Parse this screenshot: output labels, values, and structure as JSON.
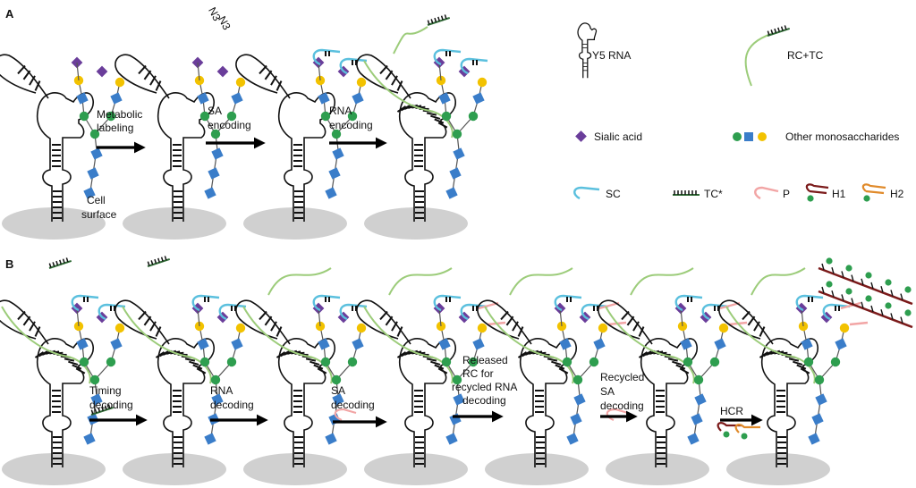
{
  "panels": {
    "a": "A",
    "b": "B"
  },
  "legend": {
    "y5": "Y5 RNA",
    "rctc": "RC+TC",
    "sialic": "Sialic acid",
    "other": "Other monosaccharides",
    "sc": "SC",
    "tc": "TC*",
    "p": "P",
    "h1": "H1",
    "h2": "H2"
  },
  "row_a": {
    "step1": [
      "Metabolic",
      "labeling"
    ],
    "step2": [
      "SA",
      "encoding"
    ],
    "step3": [
      "RNA",
      "encoding"
    ],
    "cell_surface": [
      "Cell",
      "surface"
    ],
    "azide": "N3"
  },
  "row_b": {
    "step1": [
      "Timing",
      "decoding"
    ],
    "step2": [
      "RNA",
      "decoding"
    ],
    "step3": [
      "SA",
      "decoding"
    ],
    "step4": [
      "Released",
      "RC for",
      "recycled RNA",
      "decoding"
    ],
    "step5": [
      "Recycled",
      "SA",
      "decoding"
    ],
    "step6": [
      "HCR"
    ]
  },
  "colors": {
    "rna": "#111111",
    "green_strand": "#9ccc7a",
    "sialic": "#6a3d9a",
    "green_sugar": "#2e9e4f",
    "blue_sugar": "#3a7dc9",
    "yellow_sugar": "#f2c200",
    "sc": "#5bc0de",
    "p": "#f2a5a5",
    "h1": "#7b1a1a",
    "h2": "#e08a2a",
    "tc": "#2f6b35",
    "membrane": "#d0d0d0"
  }
}
